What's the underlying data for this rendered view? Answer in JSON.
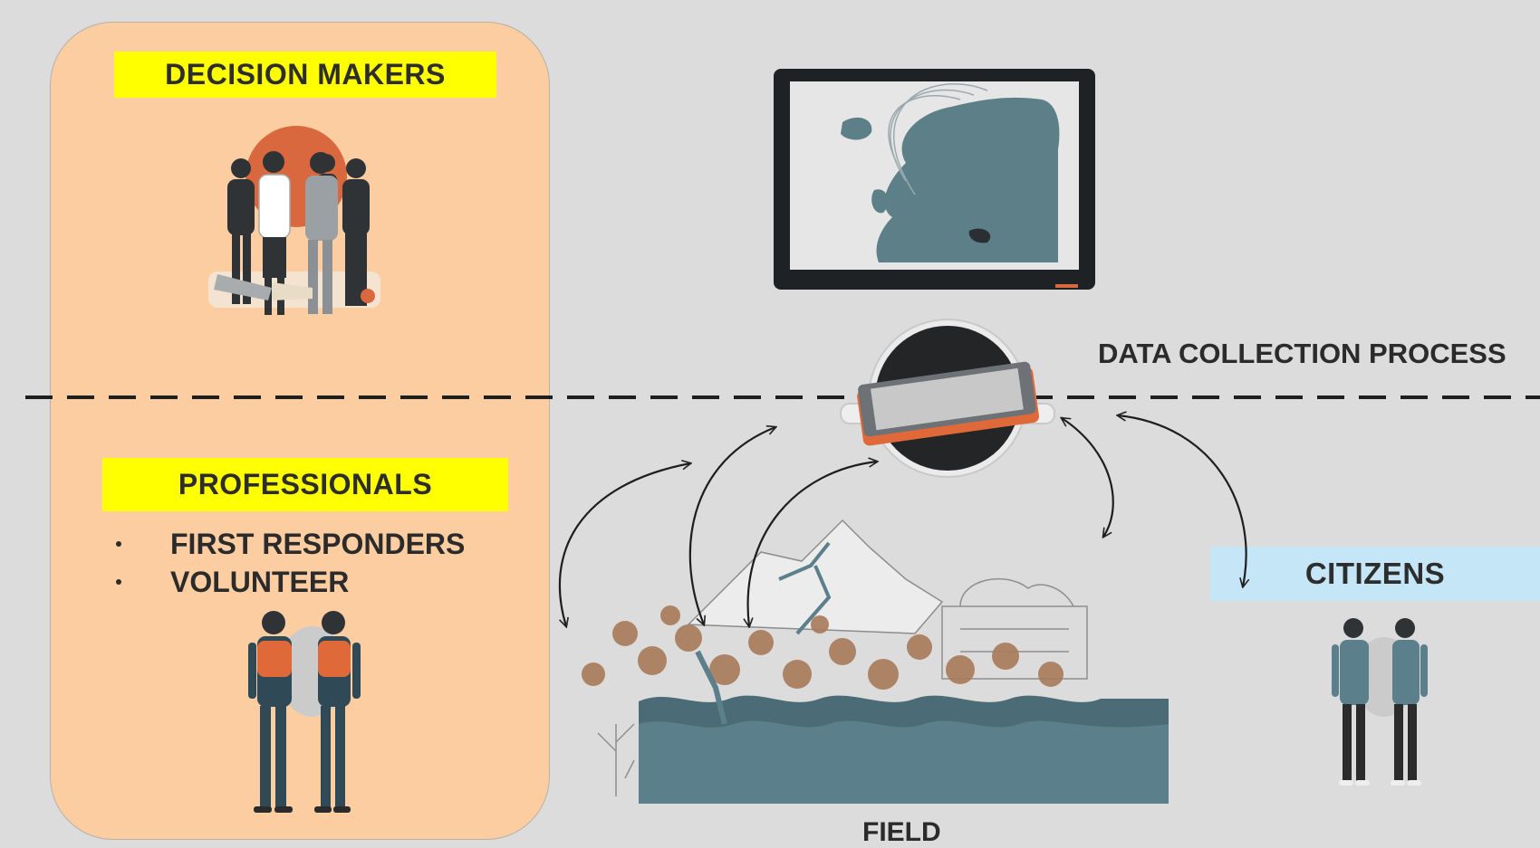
{
  "decision_makers": {
    "label": "DECISION MAKERS"
  },
  "professionals": {
    "label": "PROFESSIONALS",
    "items": [
      "FIRST RESPONDERS",
      "VOLUNTEER"
    ]
  },
  "data_collection": {
    "label": "DATA COLLECTION PROCESS"
  },
  "citizens": {
    "label": "CITIZENS"
  },
  "field": {
    "label": "FIELD"
  },
  "colors": {
    "background": "#dcdcdc",
    "panel": "#fbcda1",
    "highlight_yellow": "#ffff00",
    "highlight_blue": "#c5e6f6",
    "accent_orange": "#e0693a",
    "slate": "#5b7f8b",
    "dark": "#2b2f33"
  },
  "icons": [
    "decision-makers-group-icon",
    "europe-map-monitor-icon",
    "tablet-icon",
    "professionals-pair-icon",
    "citizens-pair-icon",
    "field-landscape-icon"
  ]
}
